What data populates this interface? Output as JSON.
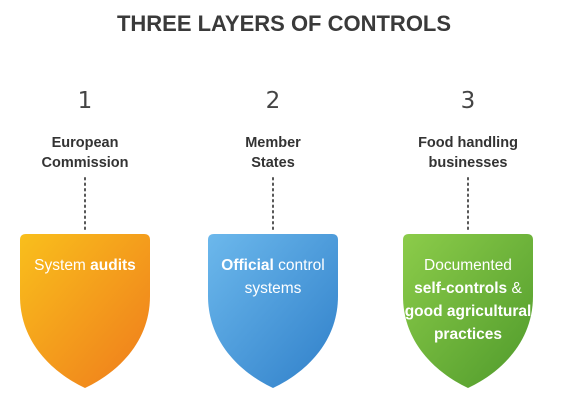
{
  "title": "THREE LAYERS OF CONTROLS",
  "layers": [
    {
      "number": "1",
      "entity": [
        "European",
        "Commission"
      ],
      "shield_color_top": "#f9bf1c",
      "shield_color_bottom": "#ef7b1c",
      "text": [
        [
          {
            "t": "System ",
            "b": false
          },
          {
            "t": "audits",
            "b": true
          }
        ]
      ]
    },
    {
      "number": "2",
      "entity": [
        "Member",
        "States"
      ],
      "shield_color_top": "#6cb8ec",
      "shield_color_bottom": "#2f7fc9",
      "text": [
        [
          {
            "t": "Official",
            "b": true
          },
          {
            "t": " control",
            "b": false
          }
        ],
        [
          {
            "t": "systems",
            "b": false
          }
        ]
      ]
    },
    {
      "number": "3",
      "entity": [
        "Food handling",
        "businesses"
      ],
      "shield_color_top": "#8ccc4a",
      "shield_color_bottom": "#4f9a2b",
      "text": [
        [
          {
            "t": "Documented",
            "b": false
          }
        ],
        [
          {
            "t": "self-controls",
            "b": true
          },
          {
            "t": " &",
            "b": false
          }
        ],
        [
          {
            "t": "good agricultural",
            "b": true
          }
        ],
        [
          {
            "t": "practices",
            "b": true
          }
        ]
      ]
    }
  ]
}
